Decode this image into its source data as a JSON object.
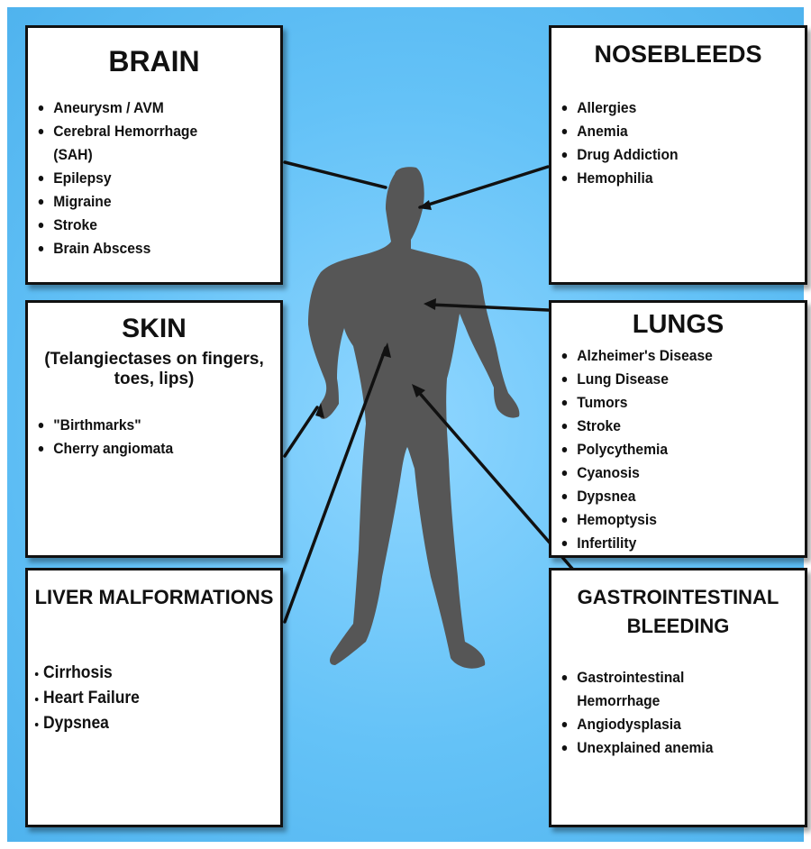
{
  "colors": {
    "background": "#64c2f7",
    "body_silhouette": "#565656",
    "box_fill": "#ffffff",
    "box_border": "#111111",
    "connector": "#111111"
  },
  "boxes": {
    "brain": {
      "title": "BRAIN",
      "items": [
        "Aneurysm / AVM",
        "Cerebral Hemorrhage (SAH)",
        "Epilepsy",
        "Migraine",
        "Stroke",
        "Brain Abscess"
      ]
    },
    "nosebleeds": {
      "title": "NOSEBLEEDS",
      "items": [
        "Allergies",
        "Anemia",
        "Drug Addiction",
        "Hemophilia"
      ]
    },
    "skin": {
      "title": "SKIN",
      "subtitle": "(Telangiectases on fingers, toes, lips)",
      "items": [
        "\"Birthmarks\"",
        "Cherry angiomata"
      ]
    },
    "lungs": {
      "title": "LUNGS",
      "items": [
        "Alzheimer's Disease",
        "Lung Disease",
        "Tumors",
        "Stroke",
        "Polycythemia",
        "Cyanosis",
        "Dypsnea",
        "Hemoptysis",
        "Infertility"
      ]
    },
    "liver": {
      "title": "LIVER MALFORMATIONS",
      "items": [
        "Cirrhosis",
        "Heart Failure",
        "Dypsnea"
      ]
    },
    "gi": {
      "title": "GASTROINTESTINAL BLEEDING",
      "items": [
        "Gastrointestinal Hemorrhage",
        "Angiodysplasia",
        "Unexplained anemia"
      ]
    }
  }
}
